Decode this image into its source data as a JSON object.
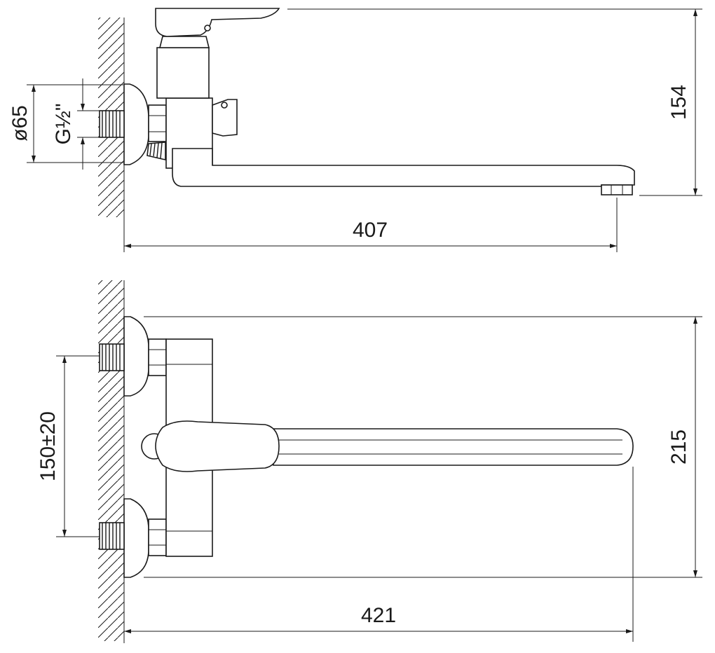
{
  "dimensions": {
    "side_width": "407",
    "side_height": "154",
    "flange_diameter": "ø65",
    "thread_size": "G½\"",
    "front_width": "421",
    "front_height": "215",
    "inlet_spacing": "150±20"
  }
}
